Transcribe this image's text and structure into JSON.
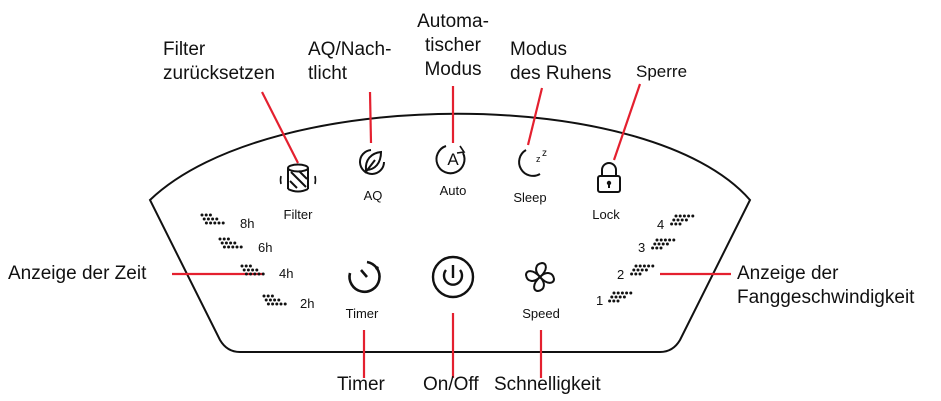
{
  "callouts": {
    "filter_reset": "Filter\nzurücksetzen",
    "aq_night": "AQ/Nach-\ntlicht",
    "auto_mode": "Automa-\ntischer\nModus",
    "sleep_mode": "Modus\ndes Ruhens",
    "lock": "Sperre",
    "time_indicator": "Anzeige der Zeit",
    "speed_indicator": "Anzeige der\nFanggeschwindigkeit",
    "timer": "Timer",
    "on_off": "On/Off",
    "speed": "Schnelligkeit"
  },
  "panel": {
    "filter_label": "Filter",
    "aq_label": "AQ",
    "auto_label": "Auto",
    "sleep_label": "Sleep",
    "lock_label": "Lock",
    "timer_label": "Timer",
    "speed_label": "Speed",
    "auto_glyph": "A",
    "sleep_z": "z",
    "time_levels": [
      "8h",
      "6h",
      "4h",
      "2h"
    ],
    "speed_levels": [
      "4",
      "3",
      "2",
      "1"
    ]
  },
  "colors": {
    "leader": "#e4202f",
    "panel_stroke": "#111111",
    "text": "#111111"
  },
  "icons": [
    "filter-icon",
    "leaf-icon",
    "auto-icon",
    "moon-icon",
    "lock-icon",
    "timer-icon",
    "power-icon",
    "fan-icon"
  ]
}
